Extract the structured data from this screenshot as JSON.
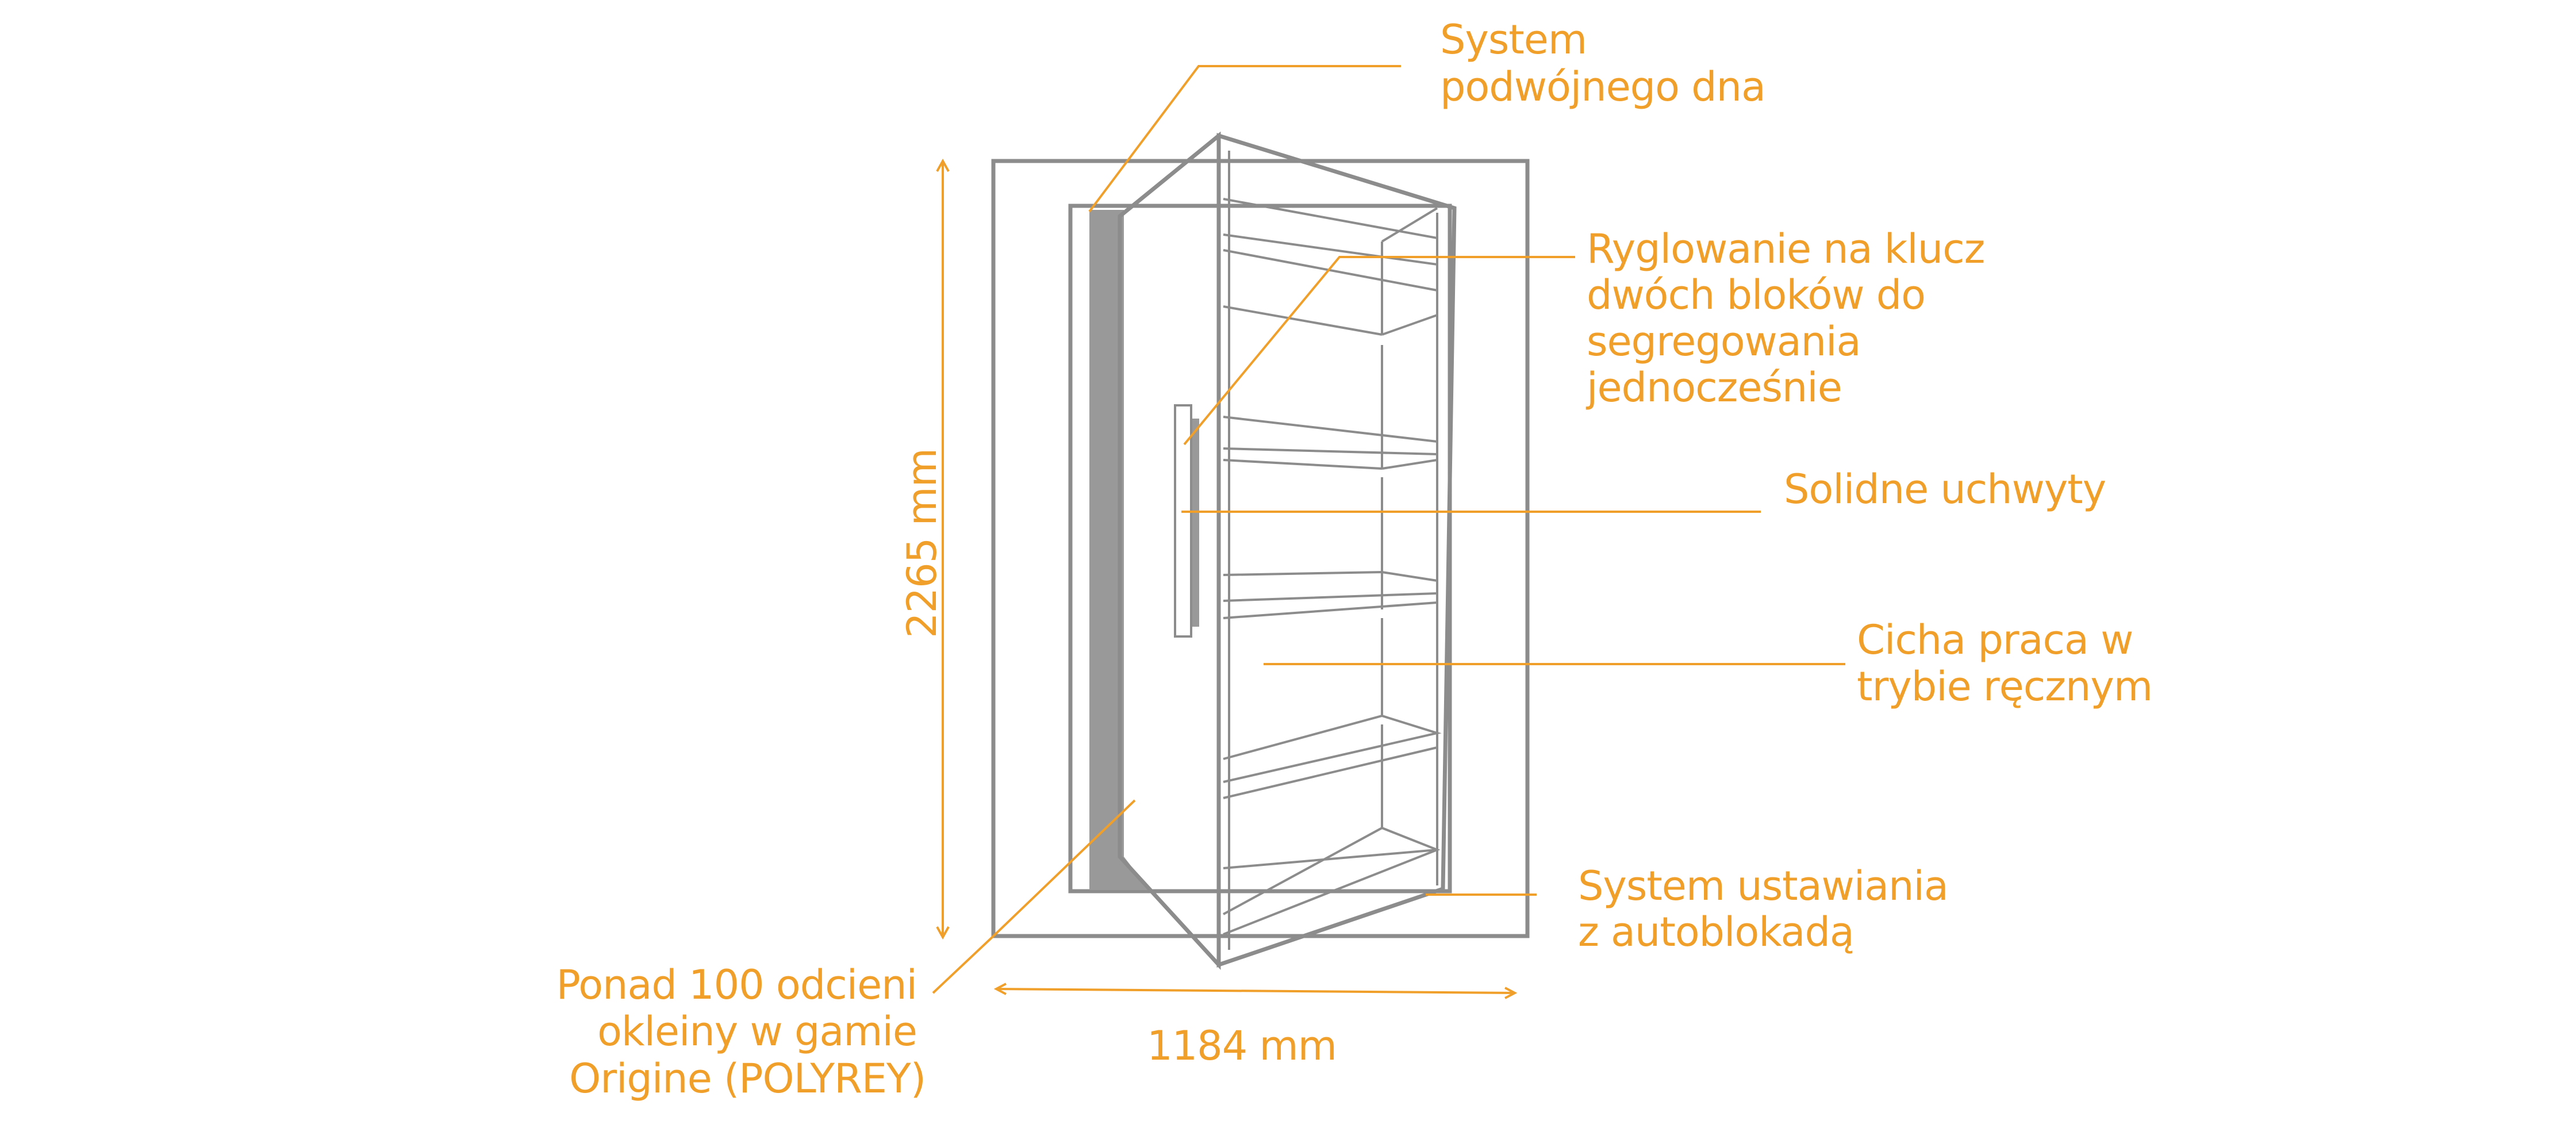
{
  "colors": {
    "accent": "#f0a02a",
    "outline": "#8c8c8c",
    "side_fill": "#999999",
    "background": "#ffffff"
  },
  "dimensions": {
    "height": "2265 mm",
    "width": "1184 mm"
  },
  "callouts": {
    "double_bottom": [
      "System",
      "podwójnego dna"
    ],
    "key_locking": [
      "Ryglowanie na klucz",
      "dwóch bloków do",
      "segregowania",
      "jednocześnie"
    ],
    "handles": [
      "Solidne uchwyty"
    ],
    "manual_mode": [
      "Cicha praca w",
      "trybie ręcznym"
    ],
    "autolock": [
      "System ustawiania",
      "z autoblokadą"
    ],
    "veneer": [
      "Ponad 100 odcieni",
      "okleiny w gamie",
      "Origine (POLYREY)"
    ]
  }
}
